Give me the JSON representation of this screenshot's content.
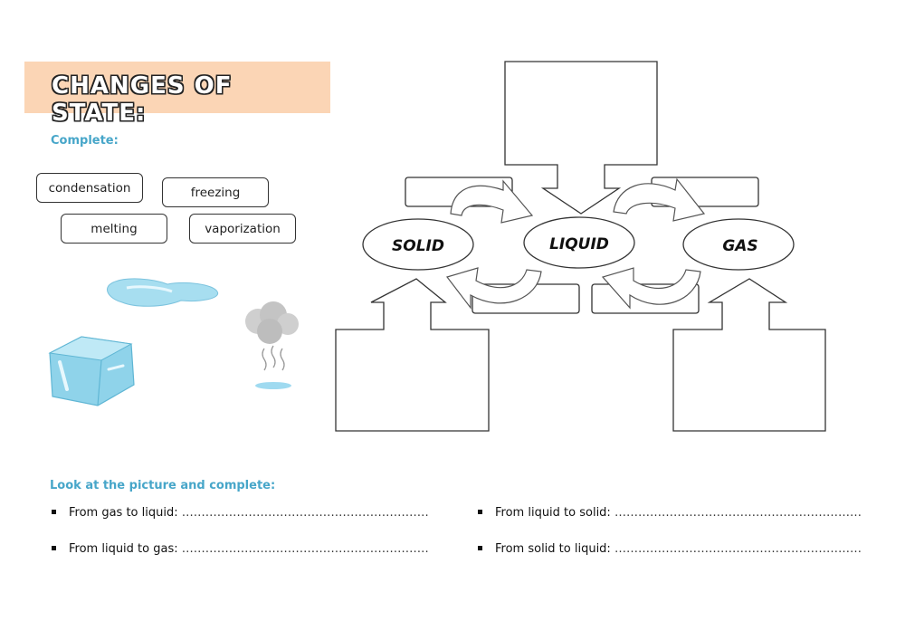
{
  "title": "CHANGES OF STATE:",
  "complete_label": "Complete:",
  "word_bank": [
    "condensation",
    "freezing",
    "melting",
    "vaporization"
  ],
  "diagram": {
    "states": [
      "SOLID",
      "LIQUID",
      "GAS"
    ]
  },
  "questions_label": "Look at the picture and complete:",
  "questions": [
    {
      "prompt": "From gas to liquid:",
      "blank": "………………………………………………………"
    },
    {
      "prompt": "From liquid to gas:",
      "blank": "………………………………………………………"
    },
    {
      "prompt": "From liquid to solid:",
      "blank": "………………………………………………………"
    },
    {
      "prompt": "From solid to liquid:",
      "blank": "………………………………………………………"
    }
  ],
  "colors": {
    "banner": "#fbd5b5",
    "accent": "#47a6c9",
    "ice": "#8fd3ea",
    "cloud": "#cfcfcf"
  }
}
